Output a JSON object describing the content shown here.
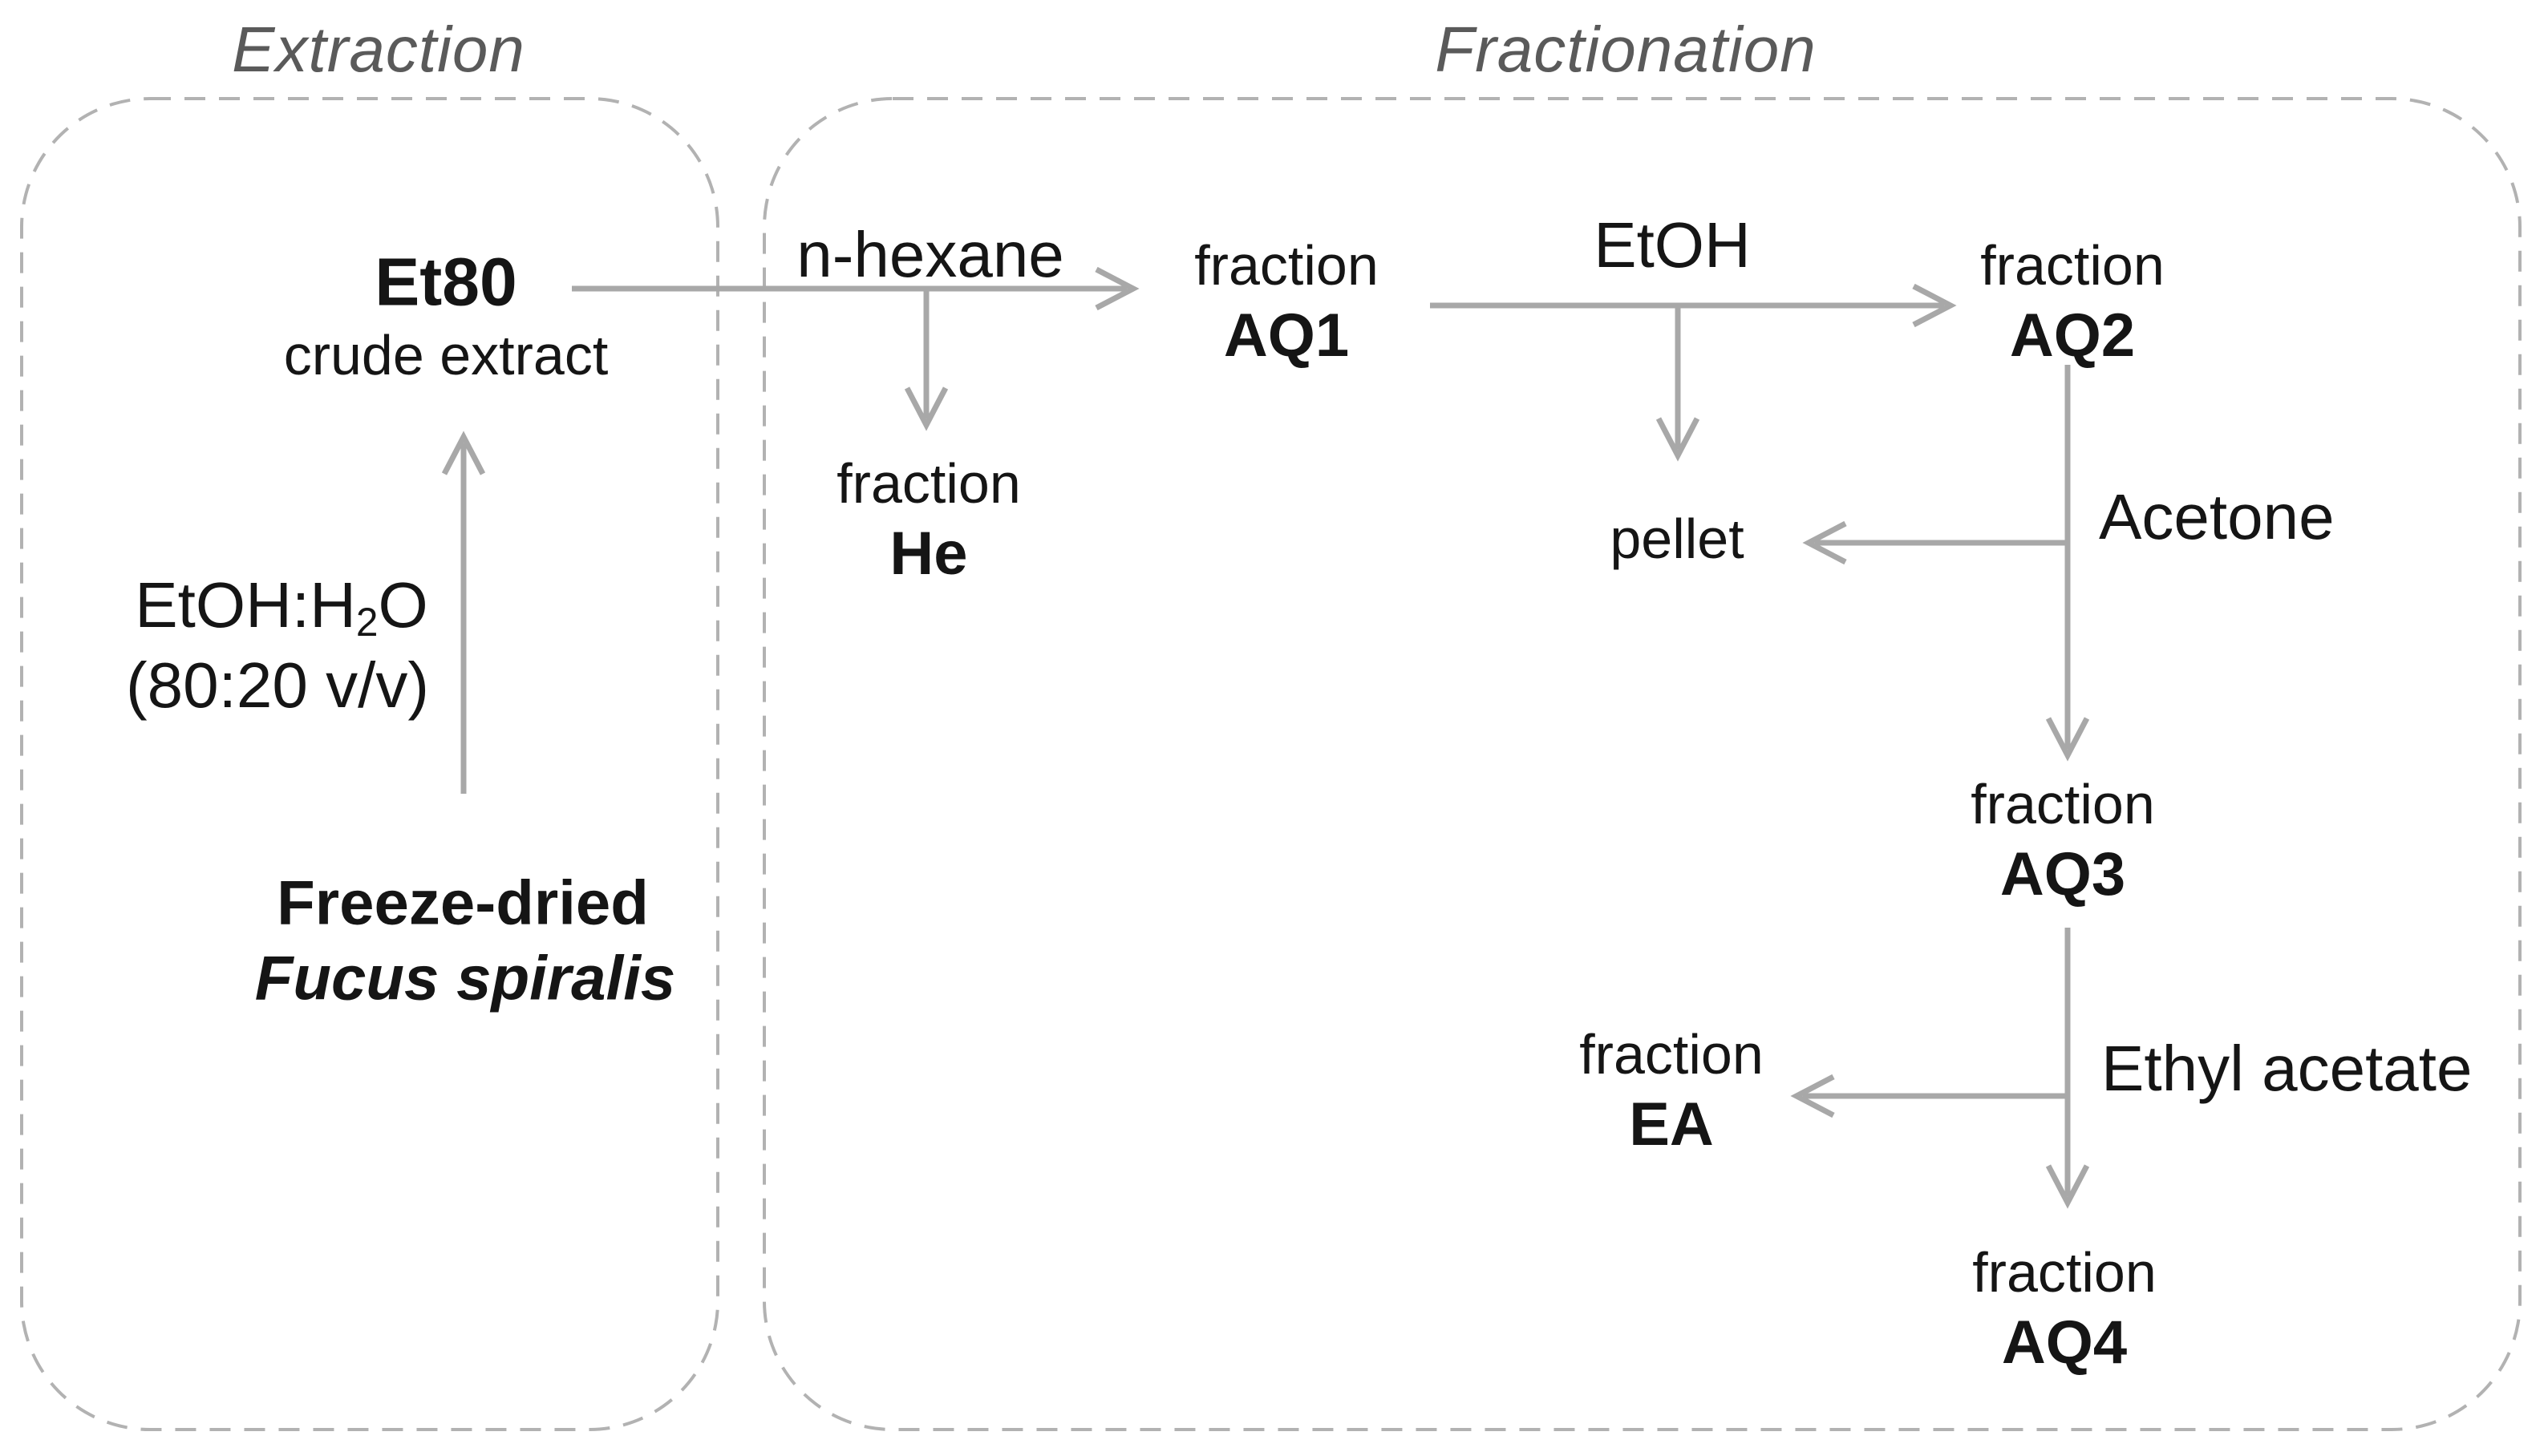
{
  "colors": {
    "ink": "#151515",
    "muted": "#5a5a5a",
    "arrow": "#a8a8a8",
    "border": "#b2b2b2",
    "background": "#ffffff"
  },
  "sections": {
    "extraction": {
      "title": "Extraction"
    },
    "fractionation": {
      "title": "Fractionation"
    }
  },
  "extraction": {
    "crude": {
      "name": "Et80",
      "description": "crude extract"
    },
    "solvent": {
      "formula_prefix": "EtOH:H",
      "formula_subscript": "2",
      "formula_suffix": "O",
      "ratio": "(80:20 v/v)"
    },
    "source": {
      "line1": "Freeze-dried",
      "line2": "Fucus spiralis"
    }
  },
  "fractionation": {
    "fraction_word": "fraction",
    "solvents": {
      "hexane": "n-hexane",
      "ethanol": "EtOH",
      "acetone": "Acetone",
      "ethyl_acetate": "Ethyl acetate"
    },
    "fractions": {
      "he": "He",
      "aq1": "AQ1",
      "aq2": "AQ2",
      "aq3": "AQ3",
      "aq4": "AQ4",
      "ea": "EA"
    },
    "pellet": "pellet"
  }
}
